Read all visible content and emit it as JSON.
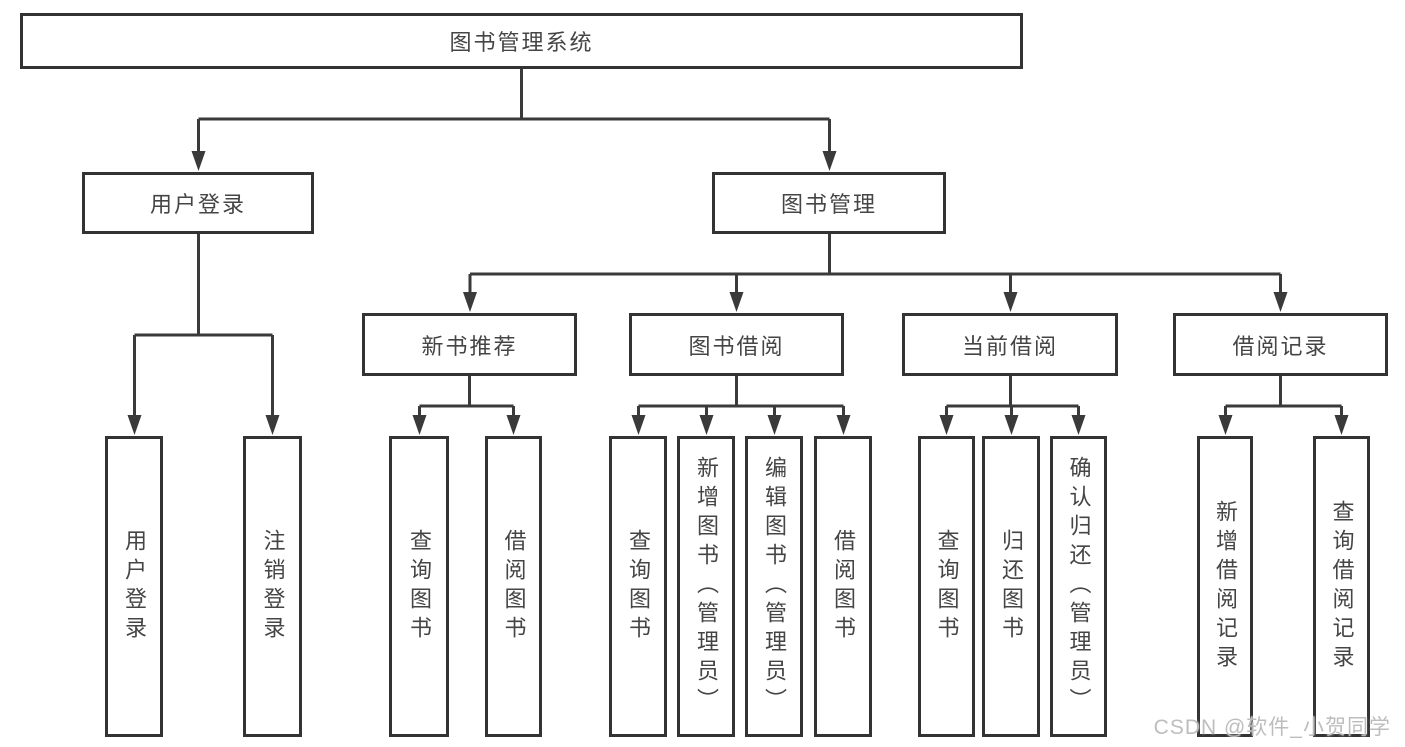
{
  "tree": {
    "root": {
      "label": "图书管理系统",
      "children": [
        {
          "label": "用户登录",
          "children": [
            {
              "label": "用户登录"
            },
            {
              "label": "注销登录"
            }
          ]
        },
        {
          "label": "图书管理",
          "children": [
            {
              "label": "新书推荐",
              "children": [
                {
                  "label": "查询图书"
                },
                {
                  "label": "借阅图书"
                }
              ]
            },
            {
              "label": "图书借阅",
              "children": [
                {
                  "label": "查询图书"
                },
                {
                  "label": "新增图书（管理员）"
                },
                {
                  "label": "编辑图书（管理员）"
                },
                {
                  "label": "借阅图书"
                }
              ]
            },
            {
              "label": "当前借阅",
              "children": [
                {
                  "label": "查询图书"
                },
                {
                  "label": "归还图书"
                },
                {
                  "label": "确认归还（管理员）"
                }
              ]
            },
            {
              "label": "借阅记录",
              "children": [
                {
                  "label": "新增借阅记录"
                },
                {
                  "label": "查询借阅记录"
                }
              ]
            }
          ]
        }
      ]
    }
  },
  "colors": {
    "line": "#3a3a3a",
    "box_border": "#333333",
    "text": "#454545",
    "watermark": "#b9b9b9"
  },
  "watermark": {
    "text": "CSDN @软件_小贺同学"
  }
}
